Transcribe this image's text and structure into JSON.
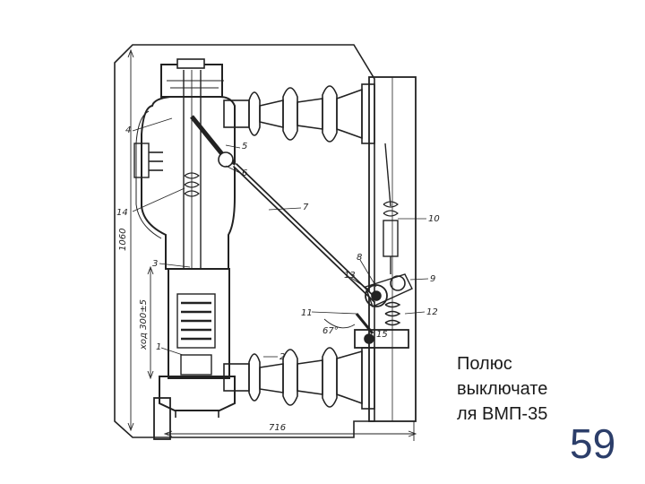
{
  "caption": {
    "lines": [
      "Полюс",
      "выключате",
      "ля ВМП-35"
    ]
  },
  "page_number": "59",
  "drawing": {
    "part_labels": [
      "1",
      "2",
      "3",
      "4",
      "5",
      "6",
      "7",
      "8",
      "9",
      "10",
      "11",
      "12",
      "13",
      "14",
      "15"
    ],
    "dimensions": {
      "total_height": "1060",
      "stroke": "ход 300±5",
      "width": "716",
      "angle": "67°"
    }
  }
}
